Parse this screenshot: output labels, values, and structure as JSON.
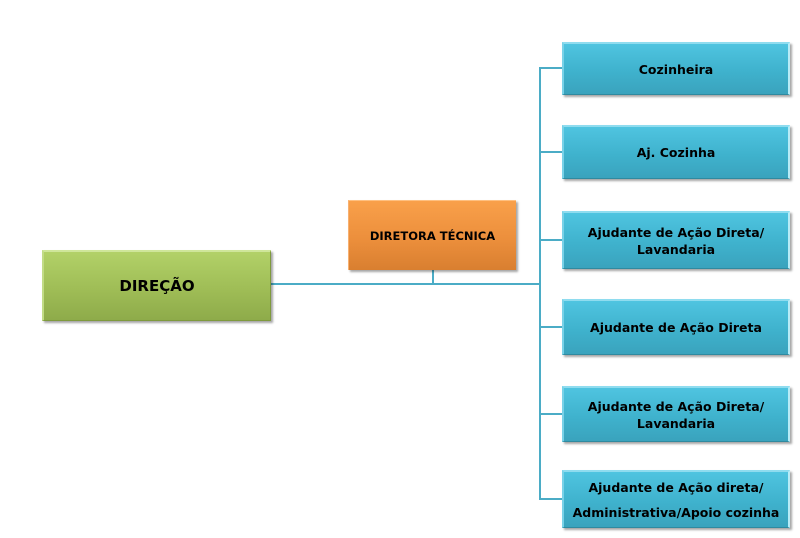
{
  "diagram": {
    "type": "org-chart",
    "root": {
      "label": "DIREÇÃO",
      "color": "#9fbd56"
    },
    "staff": {
      "label": "DIRETORA TÉCNICA",
      "color": "#ec8f3c"
    },
    "connector_color": "#4bacc6",
    "subordinates": [
      {
        "lines": [
          "Cozinheira"
        ],
        "color": "#3fb2cd"
      },
      {
        "lines": [
          "Aj. Cozinha"
        ],
        "color": "#3fb2cd"
      },
      {
        "lines": [
          "Ajudante de Ação Direta/",
          "Lavandaria"
        ],
        "color": "#3fb2cd"
      },
      {
        "lines": [
          "Ajudante de Ação Direta"
        ],
        "color": "#3fb2cd"
      },
      {
        "lines": [
          "Ajudante de Ação Direta/",
          "Lavandaria"
        ],
        "color": "#3fb2cd"
      },
      {
        "lines": [
          "Ajudante de Ação direta/",
          "Administrativa/Apoio cozinha"
        ],
        "color": "#3fb2cd"
      }
    ]
  }
}
